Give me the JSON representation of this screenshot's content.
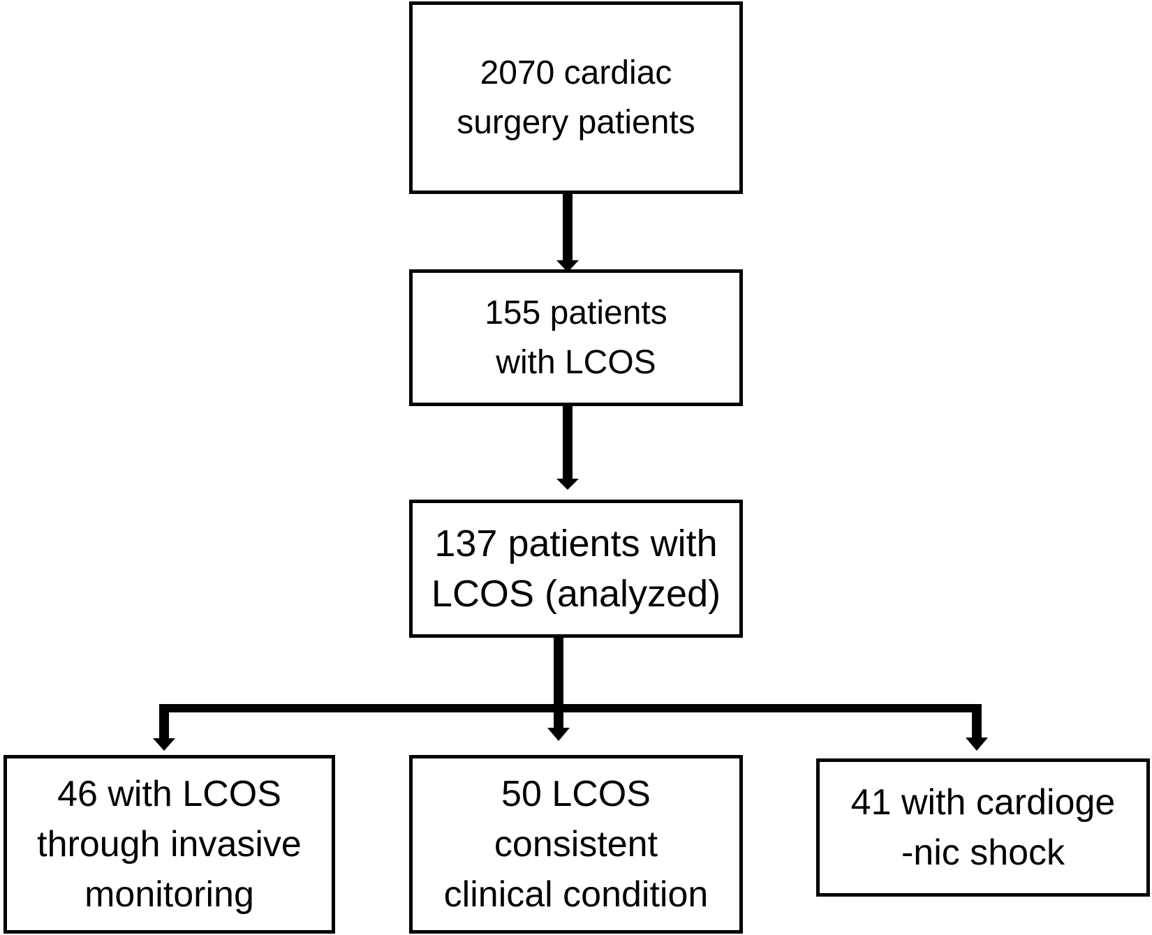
{
  "diagram": {
    "boxes": {
      "enrolled": {
        "lines": [
          "2070 cardiac",
          "surgery patients"
        ]
      },
      "lcos": {
        "lines": [
          "155 patients",
          "with LCOS"
        ]
      },
      "analyzed": {
        "lines": [
          "137 patients with",
          "LCOS (analyzed)"
        ]
      },
      "invasive": {
        "lines": [
          "46 with LCOS",
          "through invasive",
          "monitoring"
        ]
      },
      "clinical": {
        "lines": [
          "50 LCOS",
          "consistent",
          "clinical condition"
        ]
      },
      "shock": {
        "lines": [
          "41 with cardioge",
          "-nic shock"
        ]
      }
    },
    "colors": {
      "stroke": "#000000",
      "background": "#ffffff"
    }
  }
}
